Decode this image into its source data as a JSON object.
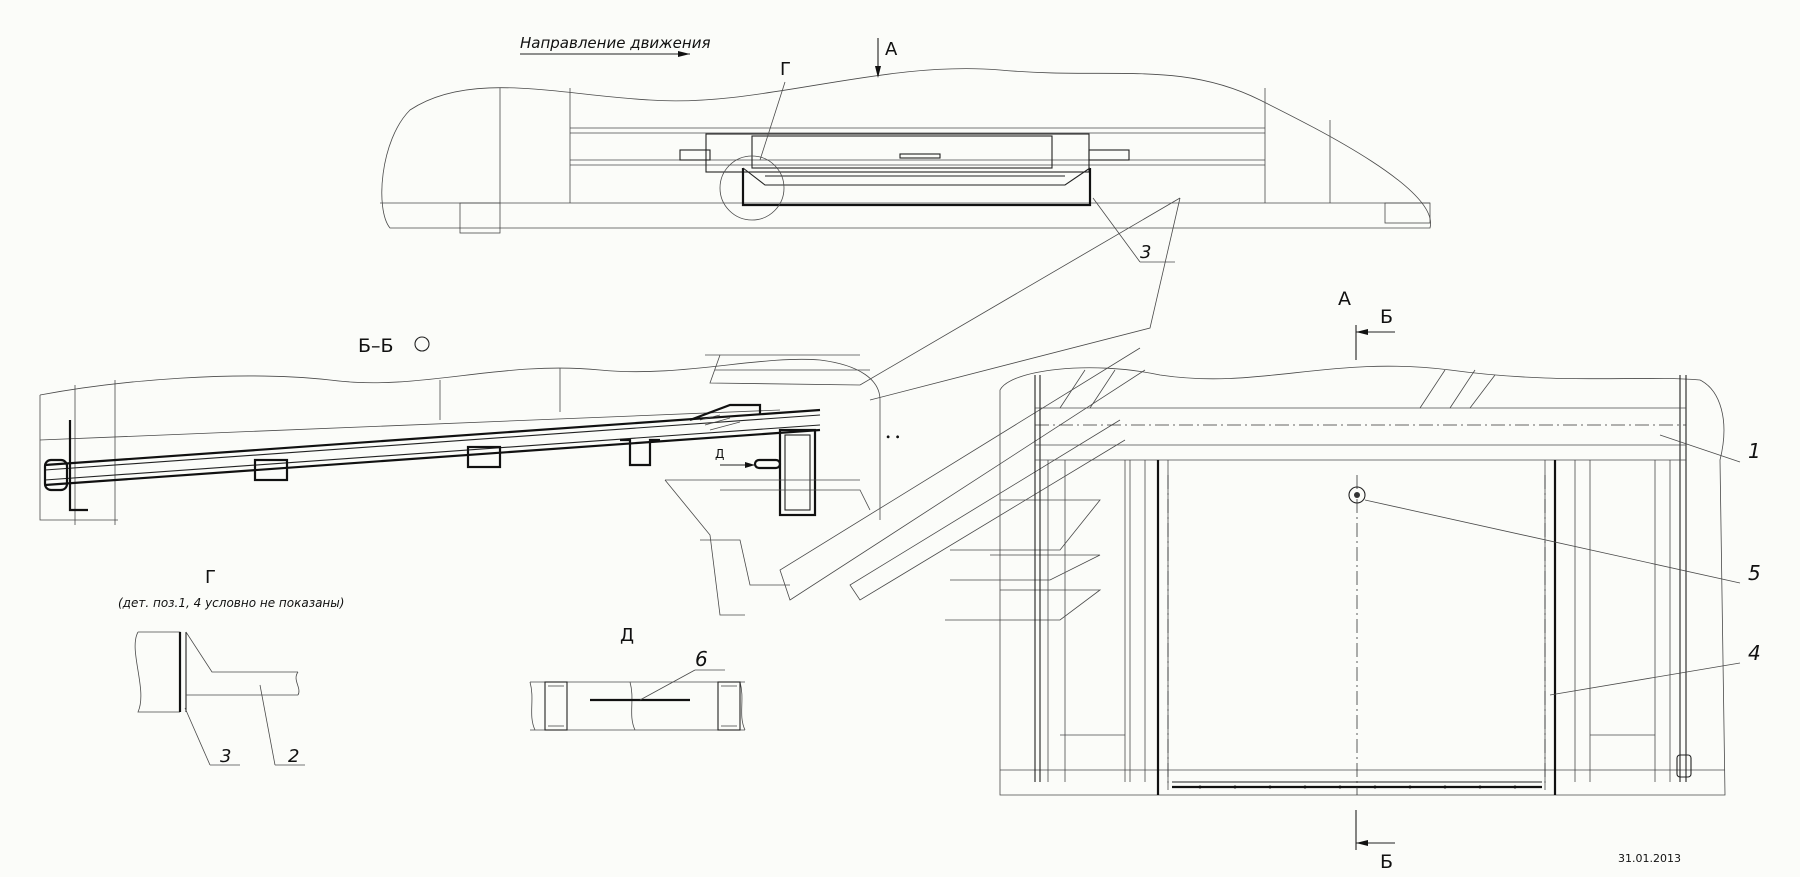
{
  "labels": {
    "direction_text": "Направление движения",
    "view_a_top": "А",
    "view_g_mark": "Г",
    "callout_3_top": "3",
    "section_bb": "Б–Б",
    "section_a": "А",
    "section_b_top": "Б",
    "section_b_bottom": "Б",
    "callout_1": "1",
    "callout_5": "5",
    "callout_4": "4",
    "detail_g_title": "Г",
    "detail_g_note": "(дет. поз.1, 4 условно не показаны)",
    "detail_g_3": "3",
    "detail_g_2": "2",
    "detail_d_title": "Д",
    "detail_d_6": "6",
    "detail_d_mark": "Д",
    "date": "31.01.2013"
  }
}
